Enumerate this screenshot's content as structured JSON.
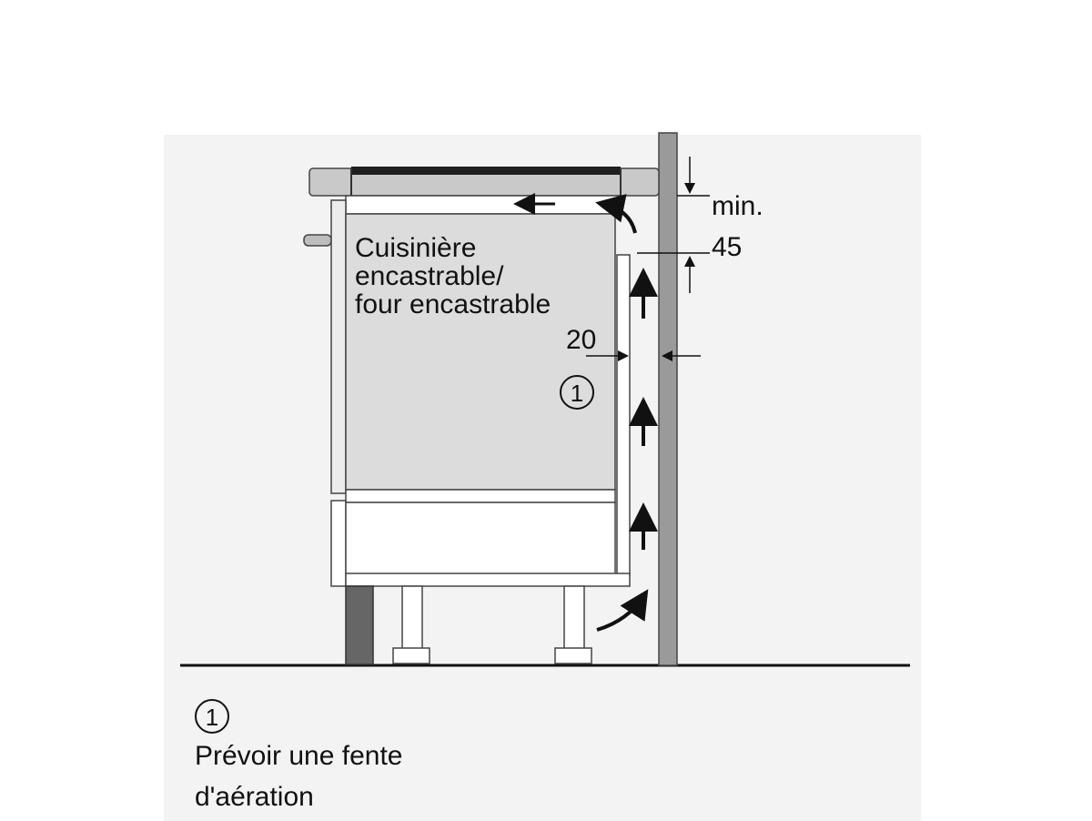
{
  "diagram": {
    "appliance_label": {
      "line1": "Cuisinière",
      "line2": "encastrable/",
      "line3": "four encastrable"
    },
    "dimensions": {
      "top_clearance_line1": "min.",
      "top_clearance_line2": "45",
      "side_gap": "20"
    },
    "callout_marker": "1",
    "legend": {
      "marker": "1",
      "line1": "Prévoir une fente",
      "line2": "d'aération"
    },
    "colors": {
      "background": "#ffffff",
      "panel": "#f2f2f2",
      "oven_body": "#dcdcdc",
      "wall": "#9a9a9a",
      "plinth": "#666666",
      "outline": "#333333",
      "arrow": "#111111"
    }
  }
}
